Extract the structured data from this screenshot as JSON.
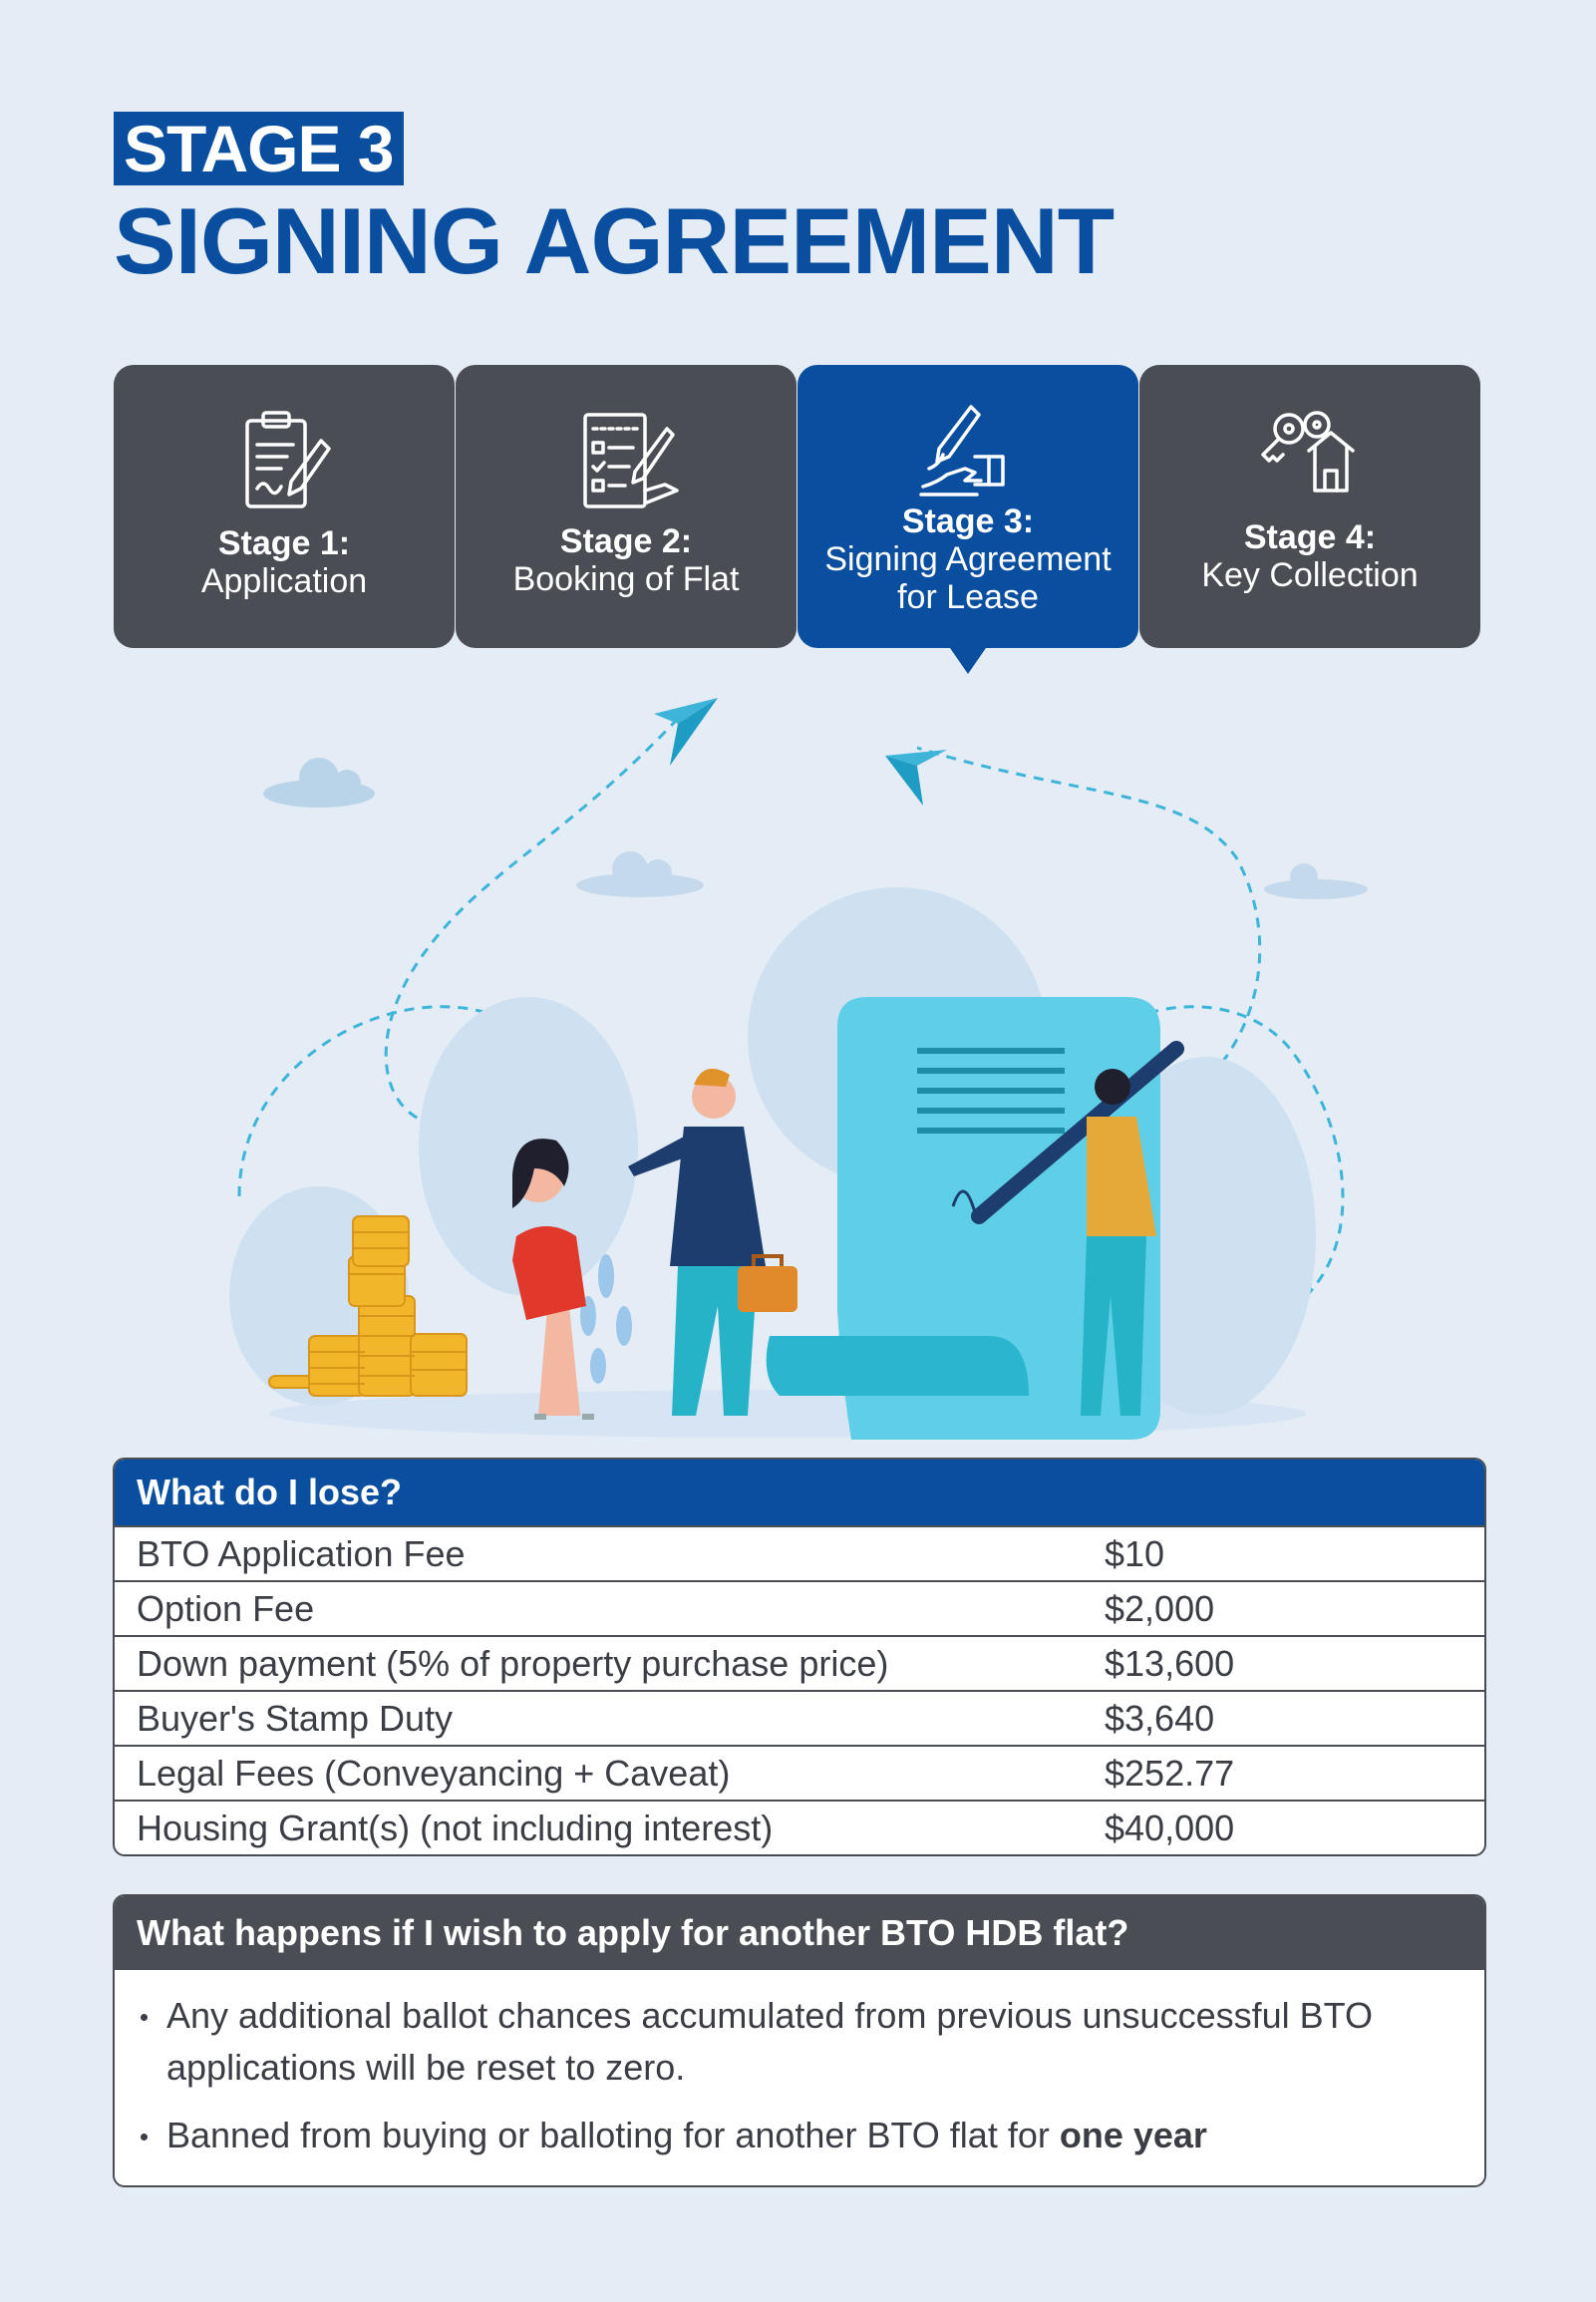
{
  "header": {
    "stage_tag": "STAGE 3",
    "title": "SIGNING AGREEMENT"
  },
  "stages": [
    {
      "number": "Stage 1:",
      "name_line1": "Application",
      "name_line2": "",
      "icon": "clipboard-pen-icon",
      "active": false
    },
    {
      "number": "Stage 2:",
      "name_line1": "Booking of Flat",
      "name_line2": "",
      "icon": "checklist-pen-icon",
      "active": false
    },
    {
      "number": "Stage 3:",
      "name_line1": "Signing Agreement",
      "name_line2": "for Lease",
      "icon": "signing-hand-icon",
      "active": true
    },
    {
      "number": "Stage 4:",
      "name_line1": "Key Collection",
      "name_line2": "",
      "icon": "house-keys-icon",
      "active": false
    }
  ],
  "colors": {
    "brand_blue": "#0a4ea0",
    "dark_grey": "#4a4d53",
    "background": "#e4ecf6"
  },
  "lose_table": {
    "heading": "What do I lose?",
    "rows": [
      {
        "label": "BTO Application Fee",
        "value": "$10"
      },
      {
        "label": "Option Fee",
        "value": "$2,000"
      },
      {
        "label": "Down payment (5% of property purchase price)",
        "value": "$13,600"
      },
      {
        "label": "Buyer's Stamp Duty",
        "value": "$3,640"
      },
      {
        "label": "Legal Fees (Conveyancing + Caveat)",
        "value": "$252.77"
      },
      {
        "label": "Housing Grant(s) (not including interest)",
        "value": "$40,000"
      }
    ]
  },
  "reapply": {
    "heading": "What happens if I wish to apply for another BTO HDB flat?",
    "bullet1": "Any additional ballot chances accumulated from previous unsuccessful BTO applications will be reset to zero.",
    "bullet2_prefix": "Banned from buying or balloting for another BTO flat for ",
    "bullet2_bold": "one year"
  }
}
